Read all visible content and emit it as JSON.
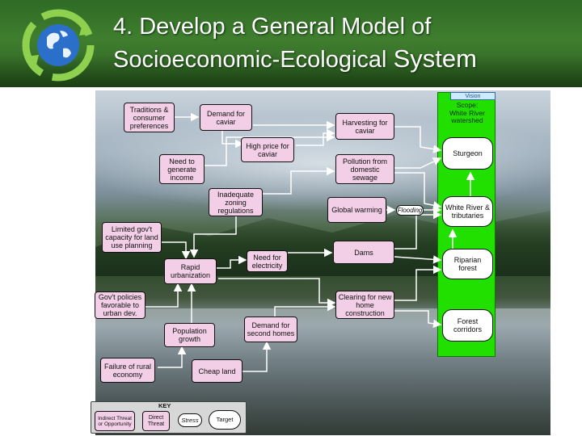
{
  "header": {
    "title_line1": "4. Develop a General Model of",
    "title_line2_a": "Socioeconomic-Ecological ",
    "title_line2_b": "System"
  },
  "colors": {
    "header_green": "#3f7e2f",
    "factor_pink": "#f2cfe6",
    "target_green": "#21e000",
    "arrow_white": "#ffffff"
  },
  "icons": {
    "logo": "globe-recycle-logo"
  },
  "vision": {
    "label": "Vision"
  },
  "scope": {
    "line1": "Scope:",
    "line2": "White River",
    "line3": "watershed"
  },
  "nodes": {
    "traditions": "Traditions & consumer preferences",
    "demand_caviar": "Demand for caviar",
    "harvesting": "Harvesting for caviar",
    "high_price": "High price for caviar",
    "need_income": "Need to generate income",
    "pollution": "Pollution from domestic sewage",
    "zoning": "Inadequate zoning regulations",
    "global_warming": "Global warming",
    "flooding": "Flooding",
    "limited_govt": "Limited gov't capacity for land use planning",
    "dams": "Dams",
    "need_electricity": "Need for electricity",
    "rapid_urban": "Rapid urbanization",
    "govt_policies": "Gov't policies favorable to urban dev.",
    "clearing": "Clearing for new home construction",
    "population": "Population growth",
    "demand_second": "Demand for second homes",
    "failure_rural": "Failure of rural economy",
    "cheap_land": "Cheap land"
  },
  "targets": {
    "sturgeon": "Sturgeon",
    "white_river": "White River & tributaries",
    "riparian": "Riparian forest",
    "forest_corridors": "Forest corridors"
  },
  "key": {
    "title": "KEY",
    "indirect": "Indirect Threat or Opportunity",
    "direct": "Direct Threat",
    "stress": "Stress",
    "target": "Target"
  }
}
